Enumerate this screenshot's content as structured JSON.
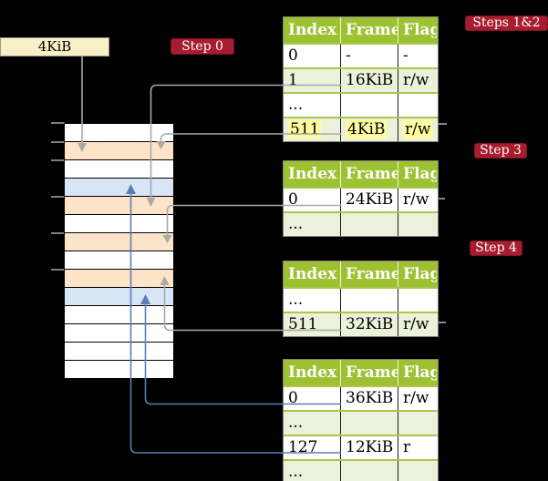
{
  "title_box": {
    "label": "4KiB"
  },
  "badges": {
    "step0": "Step 0",
    "steps12": "Steps 1&2",
    "step3": "Step 3",
    "step4": "Step 4"
  },
  "tables": [
    {
      "name": "page-table-level-1",
      "headers": [
        "Index",
        "Frame",
        "Flags"
      ],
      "rows": [
        {
          "cells": [
            "0",
            "-",
            "-"
          ]
        },
        {
          "cells": [
            "1",
            "16KiB",
            "r/w"
          ]
        },
        {
          "cells": [
            "...",
            "",
            ""
          ]
        },
        {
          "cells": [
            "511",
            "4KiB",
            "r/w"
          ],
          "highlight": true
        }
      ]
    },
    {
      "name": "page-table-level-2",
      "headers": [
        "Index",
        "Frame",
        "Flags"
      ],
      "rows": [
        {
          "cells": [
            "0",
            "24KiB",
            "r/w"
          ]
        },
        {
          "cells": [
            "...",
            "",
            ""
          ]
        }
      ]
    },
    {
      "name": "page-table-level-3",
      "headers": [
        "Index",
        "Frame",
        "Flags"
      ],
      "rows": [
        {
          "cells": [
            "...",
            "",
            ""
          ]
        },
        {
          "cells": [
            "511",
            "32KiB",
            "r/w"
          ]
        }
      ]
    },
    {
      "name": "page-table-level-4",
      "headers": [
        "Index",
        "Frame",
        "Flags"
      ],
      "rows": [
        {
          "cells": [
            "0",
            "36KiB",
            "r/w"
          ]
        },
        {
          "cells": [
            "...",
            "",
            ""
          ]
        },
        {
          "cells": [
            "127",
            "12KiB",
            "r"
          ]
        },
        {
          "cells": [
            "...",
            "",
            ""
          ]
        }
      ]
    }
  ],
  "memory_column": {
    "cell_colors": [
      "white",
      "peach",
      "white",
      "blue",
      "peach",
      "white",
      "peach",
      "white",
      "peach",
      "blue",
      "white",
      "white",
      "white",
      "white"
    ]
  },
  "colors": {
    "header_green": "#9ec132",
    "row_green": "#ebf1da",
    "row_border_olive": "#a9c74c",
    "peach": "#fde3c8",
    "blue_cell": "#d7e5f5",
    "cream": "#faf0c8",
    "highlight_yellow": "#fffb9e",
    "badge_red": "#a81c30",
    "arrow_gray": "#a9a9a9",
    "arrow_blue": "#5b7fb5"
  }
}
